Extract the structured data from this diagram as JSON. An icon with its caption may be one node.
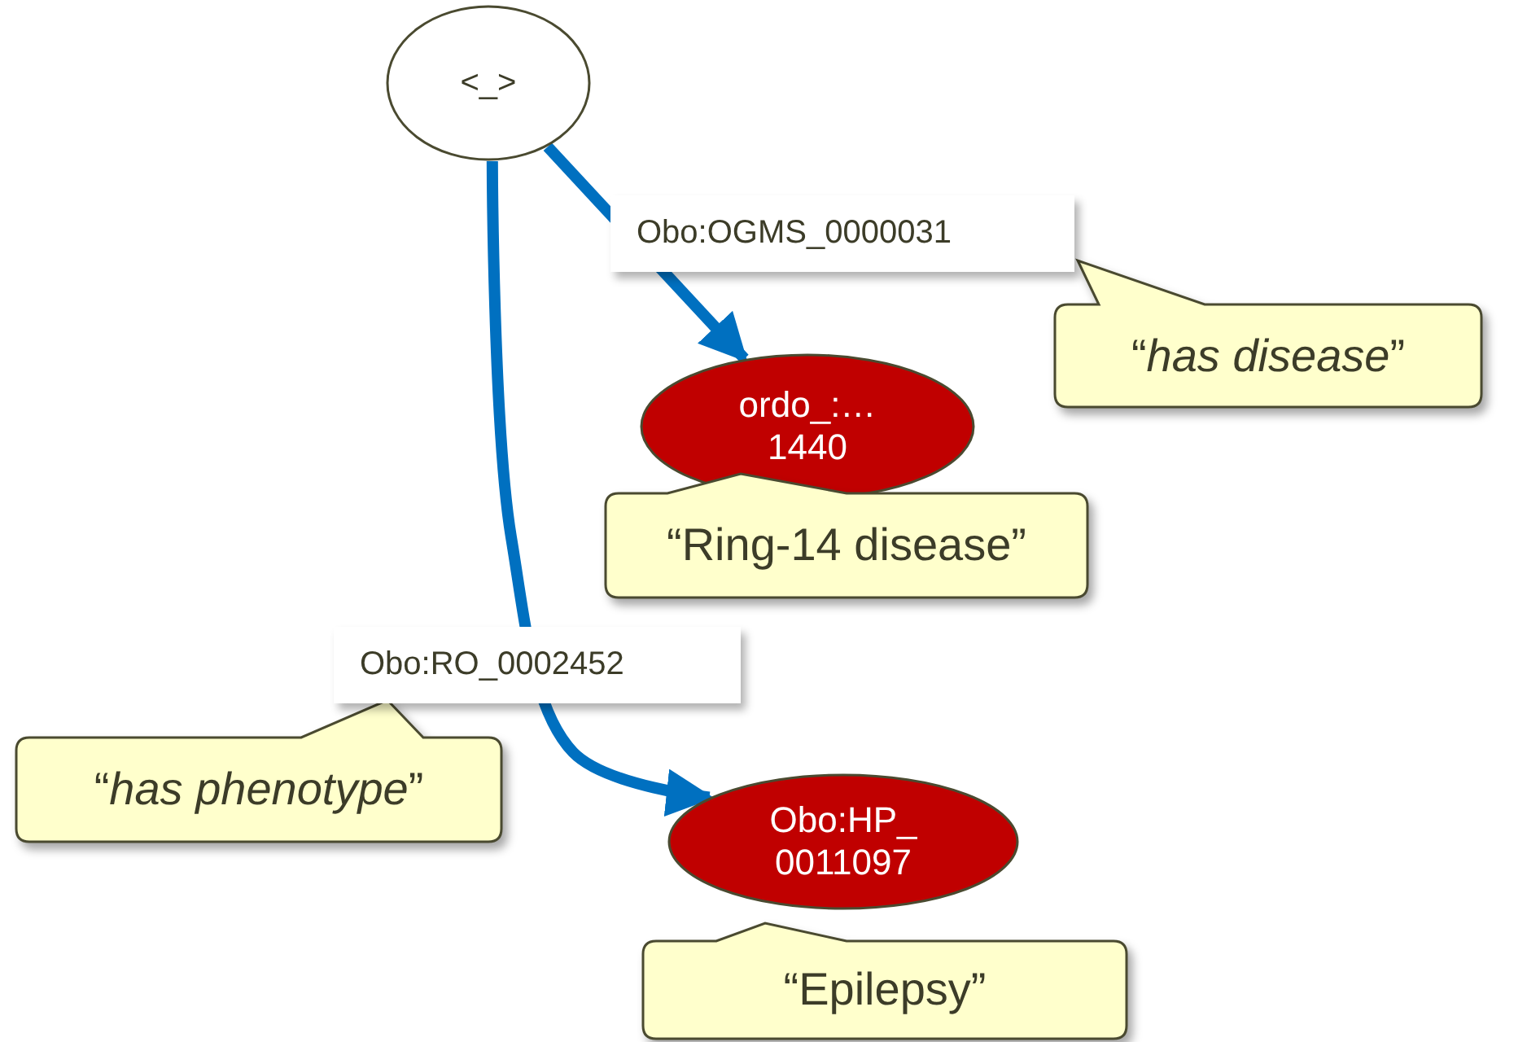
{
  "diagram": {
    "nodes": [
      {
        "text": [
          "<_>"
        ]
      },
      {
        "text": [
          "ordo_:… 1440"
        ]
      },
      {
        "text": [
          "Obo:HP_ 0011097"
        ]
      },
      {
        "text": [
          "“*has disease*”"
        ]
      },
      {
        "text": [
          "“Ring-14 disease”"
        ]
      },
      {
        "text": [
          "“*has phenotype*”"
        ]
      },
      {
        "text": [
          "“Epilepsy”"
        ]
      }
    ],
    "edges": [
      {
        "from": 0,
        "to": 1,
        "arrow": "to",
        "label": "Obo:OGMS_0000031"
      },
      {
        "from": 0,
        "to": 2,
        "arrow": "to",
        "label": "Obo:RO_0002452"
      }
    ]
  }
}
